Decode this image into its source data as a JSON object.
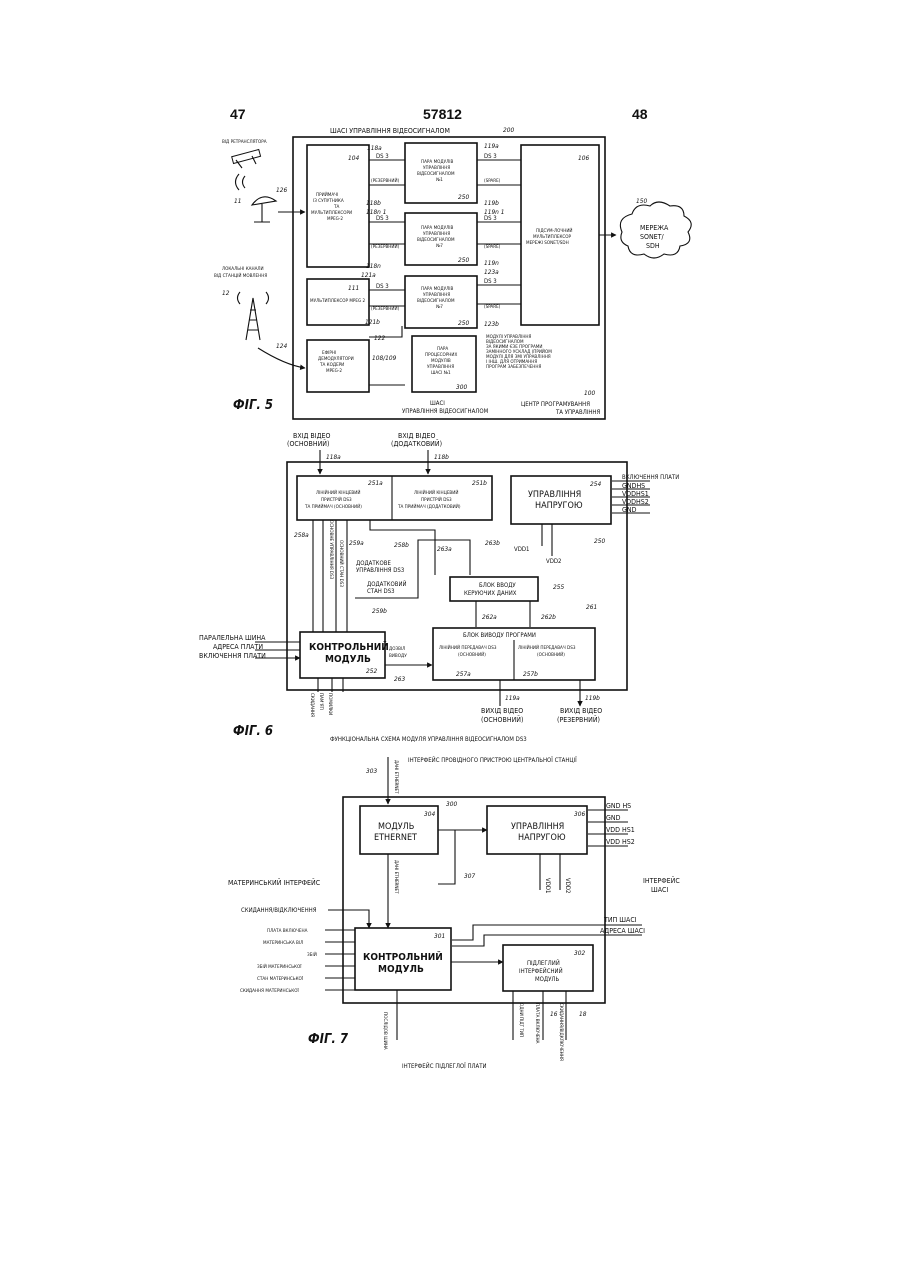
{
  "page": {
    "left_number": "47",
    "patent_number": "57812",
    "right_number": "48"
  },
  "fig5": {
    "caption": "ФІГ. 5",
    "chassis_title": "ШАСІ УПРАВЛІННЯ ВІДЕОСИГНАЛОМ",
    "chassis_ref": "200",
    "from_repeater": "ВІД РЕТРАНСЛЯТОРА",
    "local_channels": [
      "ЛОКАЛЬНІ КАНАЛИ",
      "ВІД СТАНЦІЙ МОВЛЕННЯ"
    ],
    "receivers": [
      "ПРИЙМАЧІ",
      "ІЗ СУПУТНИКА",
      "ТА",
      "МУЛЬТИПЛЕКСОРИ",
      "MPEG-2"
    ],
    "receivers_ref": "104",
    "mux": "МУЛЬТИПЛЕКСОР MPEG 2",
    "mux_ref": "111",
    "coders": [
      "ЕФІРНІ",
      "ДЕМОДУЛЯТОРИ",
      "ТА КОДЕРИ",
      "MPEG-2"
    ],
    "coders_ref": "108/109",
    "pair1": [
      "ПАРА МОДУЛІВ",
      "УПРАВЛІННЯ",
      "ВІДЕОСИГНАЛОМ",
      "№1"
    ],
    "pair7": [
      "ПАРА МОДУЛІВ",
      "УПРАВЛІННЯ",
      "ВІДЕОСИГНАЛОМ",
      "№7"
    ],
    "processor_pair": [
      "ПАРА",
      "ПРОЦЕСОРНИХ",
      "МОДУЛІВ",
      "УПРАВЛІННЯ",
      "ШАСІ №1"
    ],
    "sonet_mux": [
      "ПІДСУМ-ЛОЧНИЙ",
      "МУЛЬТИПЛЕКСОР",
      "МЕРЕЖІ SONET/SDH"
    ],
    "sonet_ref": "106",
    "network": [
      "МЕРЕЖА",
      "SONET/",
      "SDH"
    ],
    "network_ref": "150",
    "ds3": "DS 3",
    "ds3_reserve": "(РЕЗЕРВНИЙ)",
    "ds3_spare": "(SPARE)",
    "note": [
      "МОДУЛІ УПРАВЛІННЯ",
      "ВІДЕОСИГНАЛОМ",
      "ЗА ЯКИМИ ЄЗЕ ПРОГРАМИ",
      "ЗАМІННОГО УСКЛАД (ПРИЙОМ",
      "МОДУЛІ ДЛЯ ЗМІ УПРАВЛІННЯ",
      "І ІНШ. ДЛЯ ОТРИМАННЯ",
      "ПРОГРАМ ЗАБЕЗПЕЧЕННЯ"
    ],
    "bottom_center": [
      "ШАСІ",
      "УПРАВЛІННЯ ВІДЕОСИГНАЛОМ"
    ],
    "bottom_right": [
      "ЦЕНТР ПРОГРАМУВАННЯ",
      "ТА УПРАВЛІННЯ"
    ],
    "center_ref": "100",
    "refs": {
      "r126": "126",
      "r124": "124",
      "r122": "122",
      "r11": "11",
      "r12": "12",
      "r250": "250",
      "r300": "300",
      "r118a": "118a",
      "r118b": "118b",
      "r118n1": "118n 1",
      "r118n": "118n",
      "r121a": "121a",
      "r121b": "121b",
      "r119a": "119a",
      "r119b": "119b",
      "r119n1": "119n 1",
      "r119n": "119n",
      "r123a": "123a",
      "r123b": "123b"
    }
  },
  "fig6": {
    "caption": "ФІГ. 6",
    "video_in_main": [
      "ВХІД ВІДЕО",
      "(ОСНОВНИЙ)"
    ],
    "video_in_add": [
      "ВХІД ВІДЕО",
      "(ДОДАТКОВИЙ)"
    ],
    "lt_main": [
      "ЛІНІЙНИЙ КІНЦЕВИЙ",
      "ПРИСТРІЙ DS3",
      "ТА ПРИЙМАЧ (ОСНОВНИЙ)"
    ],
    "lt_add": [
      "ЛІНІЙНИЙ КІНЦЕВИЙ",
      "ПРИСТРІЙ DS3",
      "ТА ПРИЙМАЧ (ДОДАТКОВИЙ)"
    ],
    "power_mgmt": [
      "УПРАВЛІННЯ",
      "НАПРУГОЮ"
    ],
    "power_inputs": [
      "ВКЛЮЧЕННЯ ПЛАТИ",
      "GNDHS",
      "VDDHS1",
      "VDDHS2",
      "GND"
    ],
    "vdd1": "VDD1",
    "vdd2": "VDD2",
    "main_ctrl": "ОСНОВНЕ УПРАВЛІННЯ DS3",
    "main_state": "ОСНОВНИЙ СТАН DS3",
    "add_ctrl": [
      "ДОДАТКОВЕ",
      "УПРАВЛІННЯ DS3"
    ],
    "add_state": [
      "ДОДАТКОВИЙ",
      "СТАН DS3"
    ],
    "ctrl_data": [
      "БЛОК ВВОДУ",
      "КЕРУЮЧИХ ДАНИХ"
    ],
    "ctrl_module": [
      "КОНТРОЛЬНИЙ",
      "МОДУЛЬ"
    ],
    "left_signals": [
      "ПАРАЛЕЛЬНА ШИНА",
      "АДРЕСА ПЛАТИ",
      "ВКЛЮЧЕННЯ ПЛАТИ"
    ],
    "out_enable": [
      "ДОЗВІЛ",
      "ВИВОДУ"
    ],
    "out_block": "БЛОК ВИВОДУ ПРОГРАМИ",
    "tx_main": [
      "ЛІНІЙНИЙ ПЕРЕДАВАЧ DS3",
      "(ОСНОВНИЙ)"
    ],
    "tx_reserve": [
      "ЛІНІЙНИЙ ПЕРЕДАВАЧ DS3",
      "(ОСНОВНИЙ)"
    ],
    "video_out_main": [
      "ВИХІД ВІДЕО",
      "(ОСНОВНИЙ)"
    ],
    "video_out_res": [
      "ВИХІД ВІДЕО",
      "(РЕЗЕРВНИЙ)"
    ],
    "bottom_vert": [
      "СКИДАННЯ",
      "ПАМ'ЯТІ",
      "ПОМИЛКИ"
    ],
    "subtitle": "ФУНКЦІОНАЛЬНА СХЕМА МОДУЛЯ УПРАВЛІННЯ ВІДЕОСИГНАЛОМ DS3",
    "refs": {
      "r118a": "118a",
      "r118b": "118b",
      "r251a": "251a",
      "r251b": "251b",
      "r254": "254",
      "r250": "250",
      "r258a": "258a",
      "r258b": "258b",
      "r259a": "259a",
      "r259b": "259b",
      "r263a": "263a",
      "r263b": "263b",
      "r255": "255",
      "r262a": "262a",
      "r262b": "262b",
      "r261": "261",
      "r252": "252",
      "r263": "263",
      "r257a": "257a",
      "r257b": "257b",
      "r119a": "119a",
      "r119b": "119b"
    }
  },
  "fig7": {
    "caption": "ФІГ. 7",
    "top_interface": "ІНТЕРФЕЙС ПРОВІДНОГО ПРИСТРОЮ ЦЕНТРАЛЬНОЇ СТАНЦІЇ",
    "eth_data": "ДАНІ ETHERNET",
    "eth_module": [
      "МОДУЛЬ",
      "ETHERNET"
    ],
    "power_mgmt": [
      "УПРАВЛІННЯ",
      "НАПРУГОЮ"
    ],
    "power_inputs": [
      "GND HS",
      "GND",
      "VDD HS1",
      "VDD HS2"
    ],
    "vdd1": "VDD1",
    "vdd2": "VDD2",
    "mother_iface": "МАТЕРИНСЬКИЙ ІНТЕРФЕЙС",
    "chassis_iface": [
      "ІНТЕРФЕЙС",
      "ШАСІ"
    ],
    "chassis_lines": [
      "ТИП ШАСІ",
      "АДРЕСА ШАСІ"
    ],
    "reset_off": "СКИДАННЯ/ВІДКЛЮЧЕННЯ",
    "left_signals": [
      "ПЛАТА ВКЛЮЧЕНА",
      "МАТЕРИНСЬКА ВІЛ",
      "ЗБІЙ",
      "ЗБІЙ МАТЕРИНСЬКОЇ",
      "СТАН МАТЕРИНСЬКОЇ",
      "СКИДАННЯ МАТЕРИНСЬКОЇ"
    ],
    "eth_bus": "ДАНІ ETHERNET",
    "ctrl_module": [
      "КОНТРОЛЬНИЙ",
      "МОДУЛЬ"
    ],
    "sub_module": [
      "ПІДЛЕГЛИЙ",
      "ІНТЕРФЕЙСНИЙ",
      "МОДУЛЬ"
    ],
    "bottom_vert": [
      "ПОСЛІДОВ ШИНА",
      "ОДНИ ПІДТ ТИП",
      "ПЛАТА ВКЛЮЧЕНА",
      "СКИДАННЯ/ВІДКЛЮЧЕННЯ"
    ],
    "bottom_interface": "ІНТЕРФЕЙС ПІДЛЕГЛОЇ ПЛАТИ",
    "refs": {
      "r303": "303",
      "r300": "300",
      "r304": "304",
      "r306": "306",
      "r307": "307",
      "r301": "301",
      "r302": "302",
      "r16": "16",
      "r18": "18"
    }
  }
}
